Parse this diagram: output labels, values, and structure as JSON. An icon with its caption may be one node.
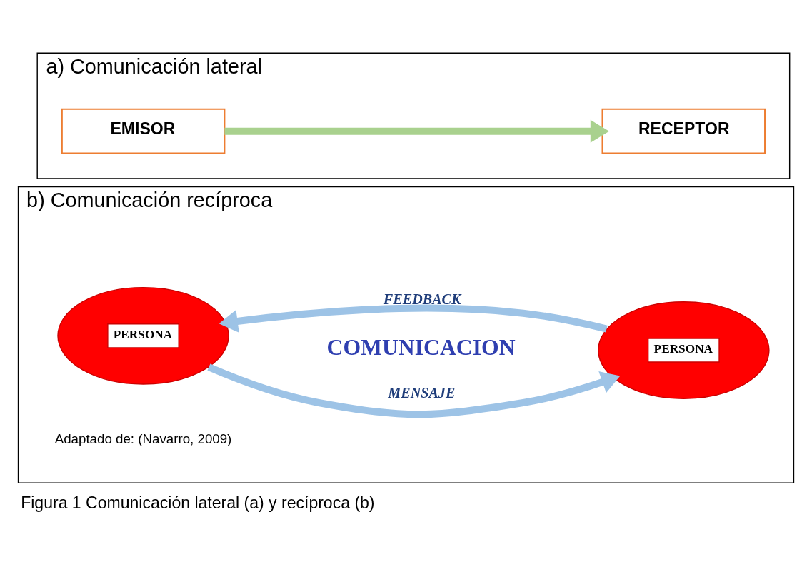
{
  "diagram": {
    "caption": "Figura 1 Comunicación lateral (a) y recíproca (b)",
    "nodes": [
      {
        "text": [
          "a) Comunicación lateral"
        ]
      },
      {
        "text": [
          "EMISOR"
        ],
        "in": 0
      },
      {
        "text": [
          "RECEPTOR"
        ],
        "in": 0
      },
      {
        "text": [
          "b) Comunicación recíproca"
        ]
      },
      {
        "text": [
          "PERSONA"
        ],
        "in": 3
      },
      {
        "text": [
          "PERSONA"
        ],
        "in": 3
      }
    ],
    "edges": [
      {
        "from": 1,
        "to": 2,
        "arrow": "to",
        "color": "#a9d18e"
      },
      {
        "from": 4,
        "to": 5,
        "arrow": "to",
        "label": "MENSAJE",
        "color": "#9dc3e6"
      },
      {
        "from": 5,
        "to": 4,
        "arrow": "to",
        "label": "FEEDBACK",
        "color": "#9dc3e6"
      }
    ],
    "labels": [
      "COMUNICACION",
      "Adaptado de: (Navarro, 2009)"
    ]
  }
}
